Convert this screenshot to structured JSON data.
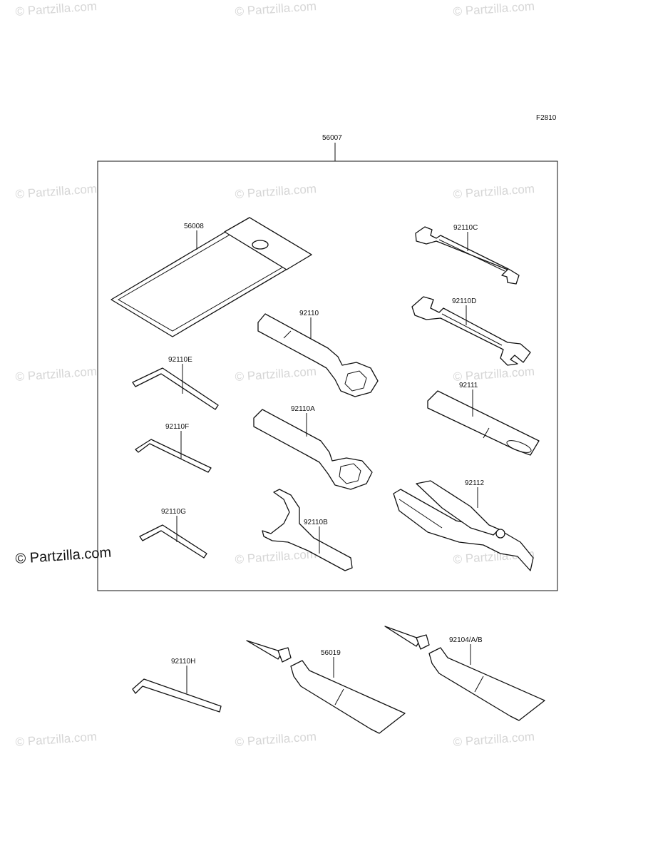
{
  "figure_code": "F2810",
  "assembly_label": "56007",
  "watermark_text": "© Partzilla.com",
  "watermark_main": "© Partzilla.com",
  "parts": {
    "p56008": "56008",
    "p92110C": "92110C",
    "p92110D": "92110D",
    "p92110": "92110",
    "p92110E": "92110E",
    "p92111": "92111",
    "p92110F": "92110F",
    "p92110A": "92110A",
    "p92112": "92112",
    "p92110G": "92110G",
    "p92110B": "92110B",
    "p92110H": "92110H",
    "p56019": "56019",
    "p92104AB": "92104/A/B"
  }
}
